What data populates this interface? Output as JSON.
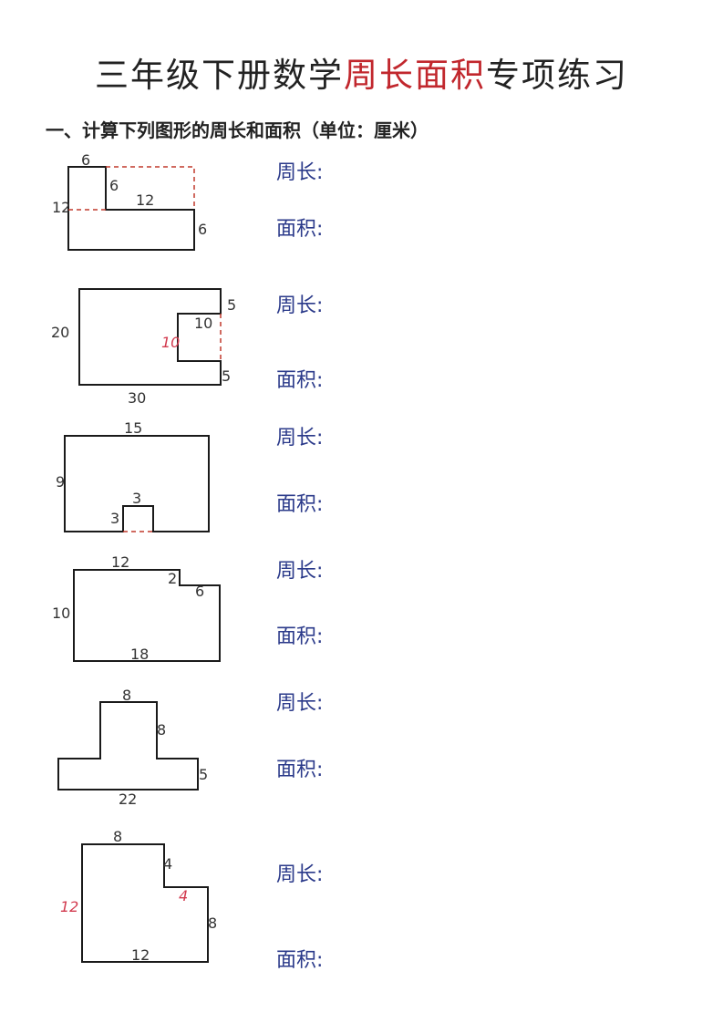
{
  "title": {
    "part1": "三年级下册数学",
    "highlight": "周长面积",
    "part2": "专项练习"
  },
  "instruction": "一、计算下列图形的周长和面积（单位：厘米）",
  "answer_labels": {
    "perimeter": "周长:",
    "area": "面积:"
  },
  "figures": [
    {
      "labels": [
        "6",
        "6",
        "12",
        "12",
        "6"
      ]
    },
    {
      "labels": [
        "20",
        "5",
        "10",
        "10",
        "5",
        "30"
      ]
    },
    {
      "labels": [
        "15",
        "9",
        "3",
        "3"
      ]
    },
    {
      "labels": [
        "12",
        "2",
        "6",
        "10",
        "18"
      ]
    },
    {
      "labels": [
        "8",
        "8",
        "5",
        "22"
      ]
    },
    {
      "labels": [
        "8",
        "4",
        "4",
        "12",
        "8",
        "12"
      ]
    }
  ]
}
